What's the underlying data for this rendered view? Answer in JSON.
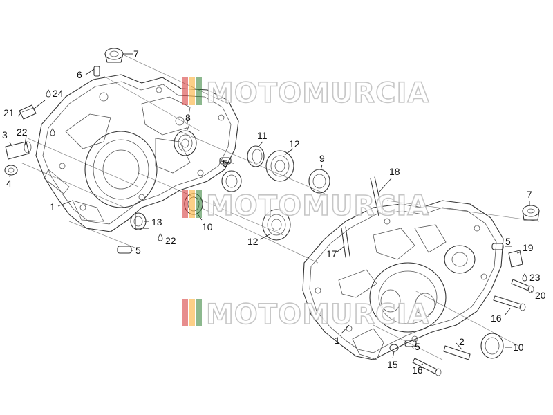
{
  "watermark": {
    "text": "MOTOMURCIA",
    "stripe_colors": [
      "#d32f2f",
      "#f9a825",
      "#2e7d32"
    ]
  },
  "callouts": [
    {
      "id": "c7a",
      "label": "7"
    },
    {
      "id": "c6",
      "label": "6"
    },
    {
      "id": "c24",
      "label": "24"
    },
    {
      "id": "c21",
      "label": "21"
    },
    {
      "id": "c3",
      "label": "3"
    },
    {
      "id": "c22a",
      "label": "22"
    },
    {
      "id": "c4",
      "label": "4"
    },
    {
      "id": "c1a",
      "label": "1"
    },
    {
      "id": "c5a",
      "label": "5"
    },
    {
      "id": "c8",
      "label": "8"
    },
    {
      "id": "c11",
      "label": "11"
    },
    {
      "id": "c12a",
      "label": "12"
    },
    {
      "id": "c9",
      "label": "9"
    },
    {
      "id": "c5b",
      "label": "5"
    },
    {
      "id": "c13",
      "label": "13"
    },
    {
      "id": "c22b",
      "label": "22"
    },
    {
      "id": "c10a",
      "label": "10"
    },
    {
      "id": "c12b",
      "label": "12"
    },
    {
      "id": "c18",
      "label": "18"
    },
    {
      "id": "c17",
      "label": "17"
    },
    {
      "id": "c7b",
      "label": "7"
    },
    {
      "id": "c5c",
      "label": "5"
    },
    {
      "id": "c19",
      "label": "19"
    },
    {
      "id": "c23",
      "label": "23"
    },
    {
      "id": "c20",
      "label": "20"
    },
    {
      "id": "c16a",
      "label": "16"
    },
    {
      "id": "c1b",
      "label": "1"
    },
    {
      "id": "c5d",
      "label": "5"
    },
    {
      "id": "c2",
      "label": "2"
    },
    {
      "id": "c10b",
      "label": "10"
    },
    {
      "id": "c15",
      "label": "15"
    },
    {
      "id": "c16b",
      "label": "16"
    }
  ]
}
